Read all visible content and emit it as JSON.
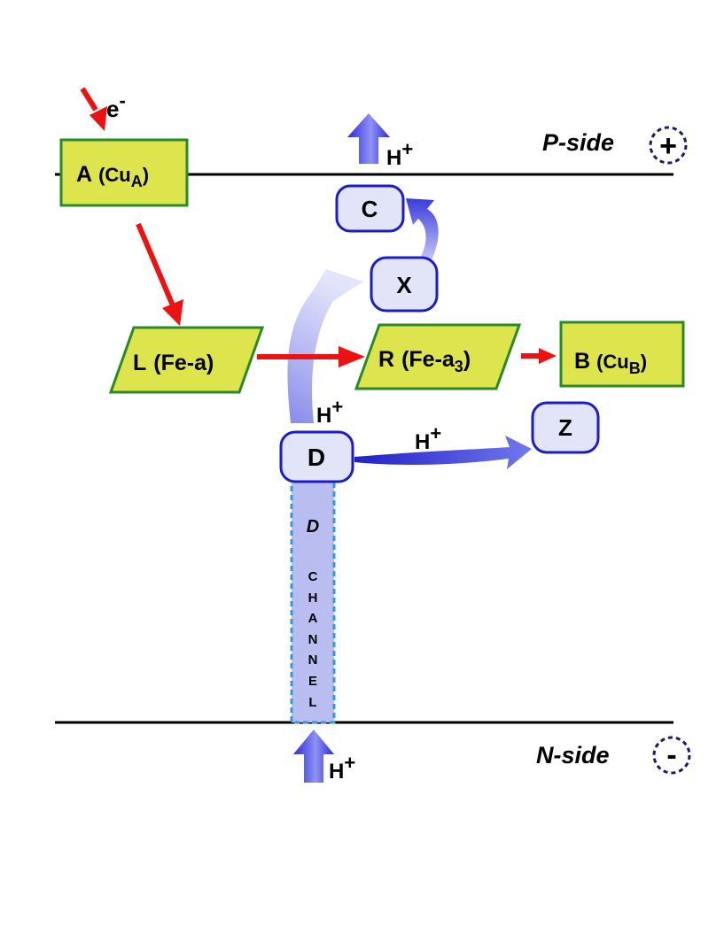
{
  "membrane": {
    "p_side_label": "P-side",
    "n_side_label": "N-side",
    "p_charge": "+",
    "n_charge": "-"
  },
  "electron": {
    "symbol": "e",
    "charge": "-"
  },
  "proton": {
    "symbol": "H",
    "charge": "+"
  },
  "centers": {
    "A": {
      "main": "A",
      "paren_open": "(Cu",
      "sub": "A",
      "paren_close": ")"
    },
    "L": {
      "main": "L",
      "rest": "(Fe-a)"
    },
    "R": {
      "main": "R",
      "rest": "(Fe-a",
      "sub": "3",
      "close": ")"
    },
    "B": {
      "main": "B",
      "paren_open": "(Cu",
      "sub": "B",
      "paren_close": ")"
    }
  },
  "sites": {
    "C": "C",
    "X": "X",
    "D": "D",
    "Z": "Z"
  },
  "channel": {
    "title": "D",
    "letters": [
      "C",
      "H",
      "A",
      "N",
      "N",
      "E",
      "L"
    ]
  },
  "colors": {
    "electron_arrow": "#ee1111",
    "proton_arrow": "#4a4ae0",
    "heme_fill": "#dde44c",
    "heme_border": "#2a8a2a",
    "site_fill": "#e2e4f8",
    "site_border": "#1c1cc8",
    "channel_fill": "#b9bdf0",
    "channel_border": "#3399dd",
    "charge_circle": "#1a1a6e"
  }
}
